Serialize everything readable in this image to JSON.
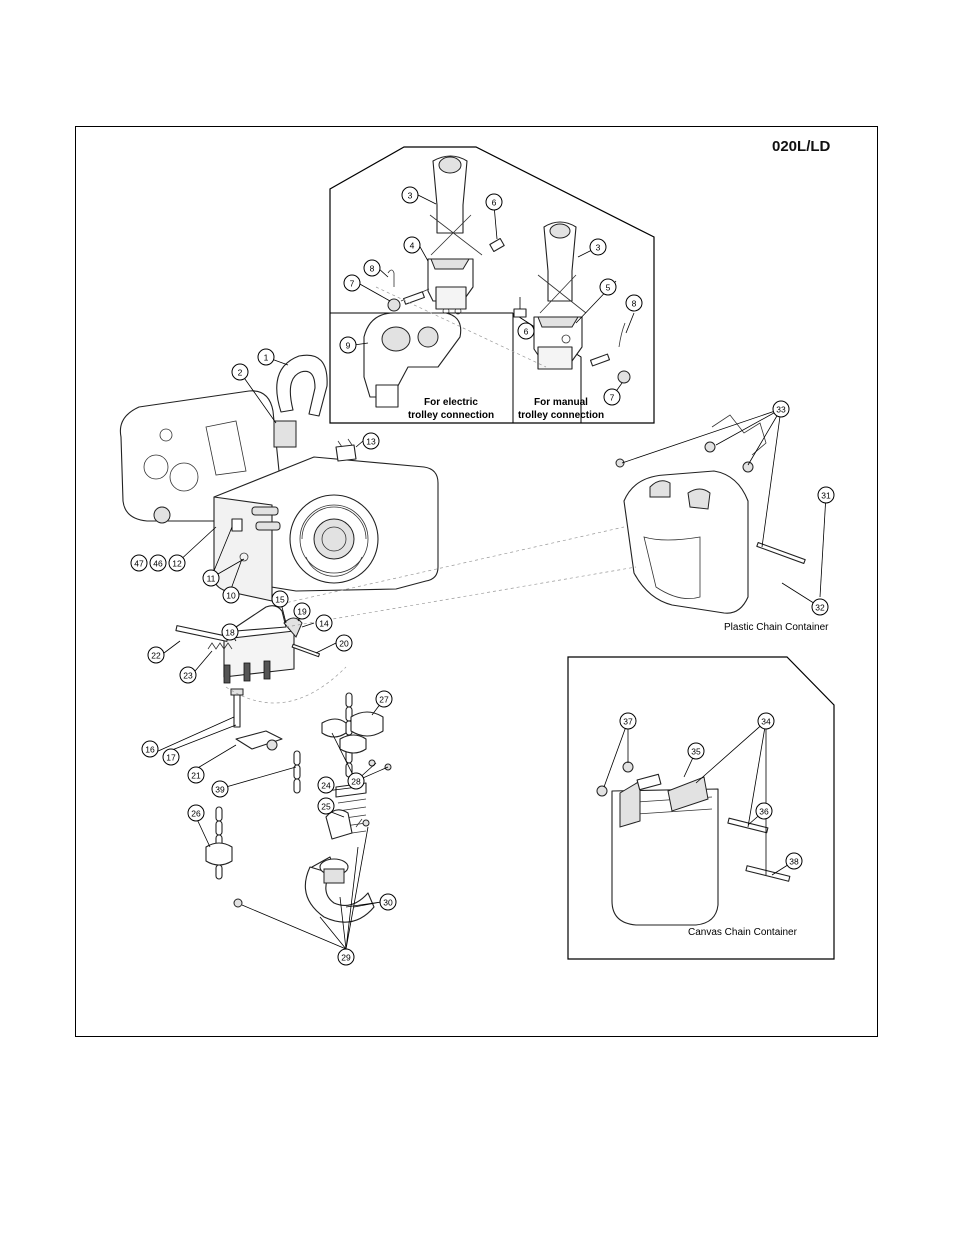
{
  "model_title": "020L/LD",
  "trolley_inset": {
    "electric_label_line1": "For electric",
    "electric_label_line2": "trolley connection",
    "manual_label_line1": "For manual",
    "manual_label_line2": "trolley connection"
  },
  "plastic_container_caption": "Plastic Chain Container",
  "canvas_container_caption": "Canvas Chain Container",
  "callouts": [
    "1",
    "2",
    "3",
    "4",
    "5",
    "6",
    "7",
    "8",
    "9",
    "10",
    "11",
    "12",
    "13",
    "14",
    "15",
    "16",
    "17",
    "18",
    "19",
    "20",
    "21",
    "22",
    "23",
    "24",
    "25",
    "26",
    "27",
    "28",
    "29",
    "30",
    "31",
    "32",
    "33",
    "34",
    "35",
    "36",
    "37",
    "38",
    "39",
    "46",
    "47"
  ]
}
